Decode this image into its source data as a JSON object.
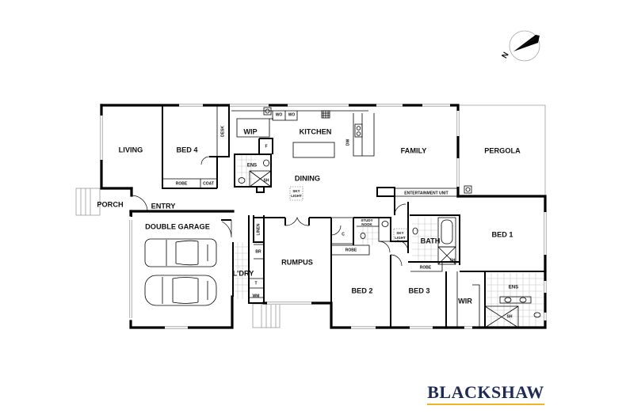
{
  "rooms": {
    "living": "LIVING",
    "bed4": "BED 4",
    "desk": "DESK",
    "wip": "WIP",
    "wo1": "WO",
    "wo2": "WO",
    "kitchen": "KITCHEN",
    "fridge": "F",
    "dw": "DW",
    "family": "FAMILY",
    "pergola": "PERGOLA",
    "ens_front": "ENS",
    "sh_front": "SH",
    "robe_bed4": "ROBE",
    "coat": "COAT",
    "dining": "DINING",
    "skylight1_a": "SKY",
    "skylight1_b": "LIGHT",
    "entertainment_unit": "ENTERTAINMENT UNIT",
    "porch": "PORCH",
    "entry": "ENTRY",
    "double_garage": "DOUBLE GARAGE",
    "linen": "LINEN",
    "br": "BR",
    "laundry": "L'DRY",
    "tub": "T",
    "wm": "WM",
    "rumpus": "RUMPUS",
    "c": "C",
    "study_a": "STUDY",
    "study_b": "NOOK",
    "skylight2_a": "SKY",
    "skylight2_b": "LIGHT",
    "robe_bed2": "ROBE",
    "bath": "BATH",
    "sh_bath": "SH",
    "robe_bed3": "ROBE",
    "bed1": "BED 1",
    "bed2": "BED 2",
    "bed3": "BED 3",
    "wir": "WIR",
    "ens_master": "ENS",
    "sh_master": "SH"
  },
  "compass": {
    "label": "N"
  },
  "brand": {
    "name": "BLACKSHAW",
    "name_color": "#1d2b56",
    "underline_color": "#f0b323"
  }
}
